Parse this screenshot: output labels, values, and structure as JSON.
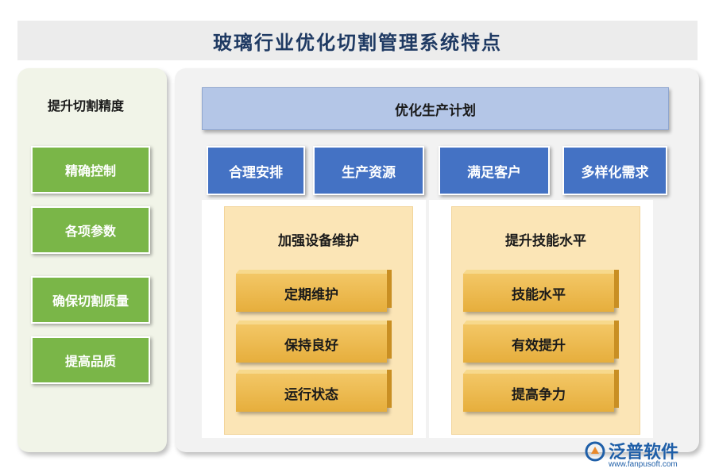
{
  "title": "玻璃行业优化切割管理系统特点",
  "left_panel": {
    "heading": "提升切割精度",
    "items": [
      "精确控制",
      "各项参数",
      "确保切割质量",
      "提高品质"
    ]
  },
  "right_panel": {
    "plan": "优化生产计划",
    "boxes": [
      "合理安排",
      "生产资源",
      "满足客户",
      "多样化需求"
    ],
    "groups": [
      {
        "heading": "加强设备维护",
        "items": [
          "定期维护",
          "保持良好",
          "运行状态"
        ]
      },
      {
        "heading": "提升技能水平",
        "items": [
          "技能水平",
          "有效提升",
          "提高争力"
        ]
      }
    ]
  },
  "logo": {
    "name": "泛普软件",
    "url": "www.fanpusoft.com"
  },
  "colors": {
    "title_bg": "#ececec",
    "title_text": "#1f3a63",
    "green": "#7ab648",
    "blue": "#4472c4",
    "light_blue": "#b4c6e7",
    "gold": "#e6ae3c",
    "cream": "#fbe5b6"
  }
}
